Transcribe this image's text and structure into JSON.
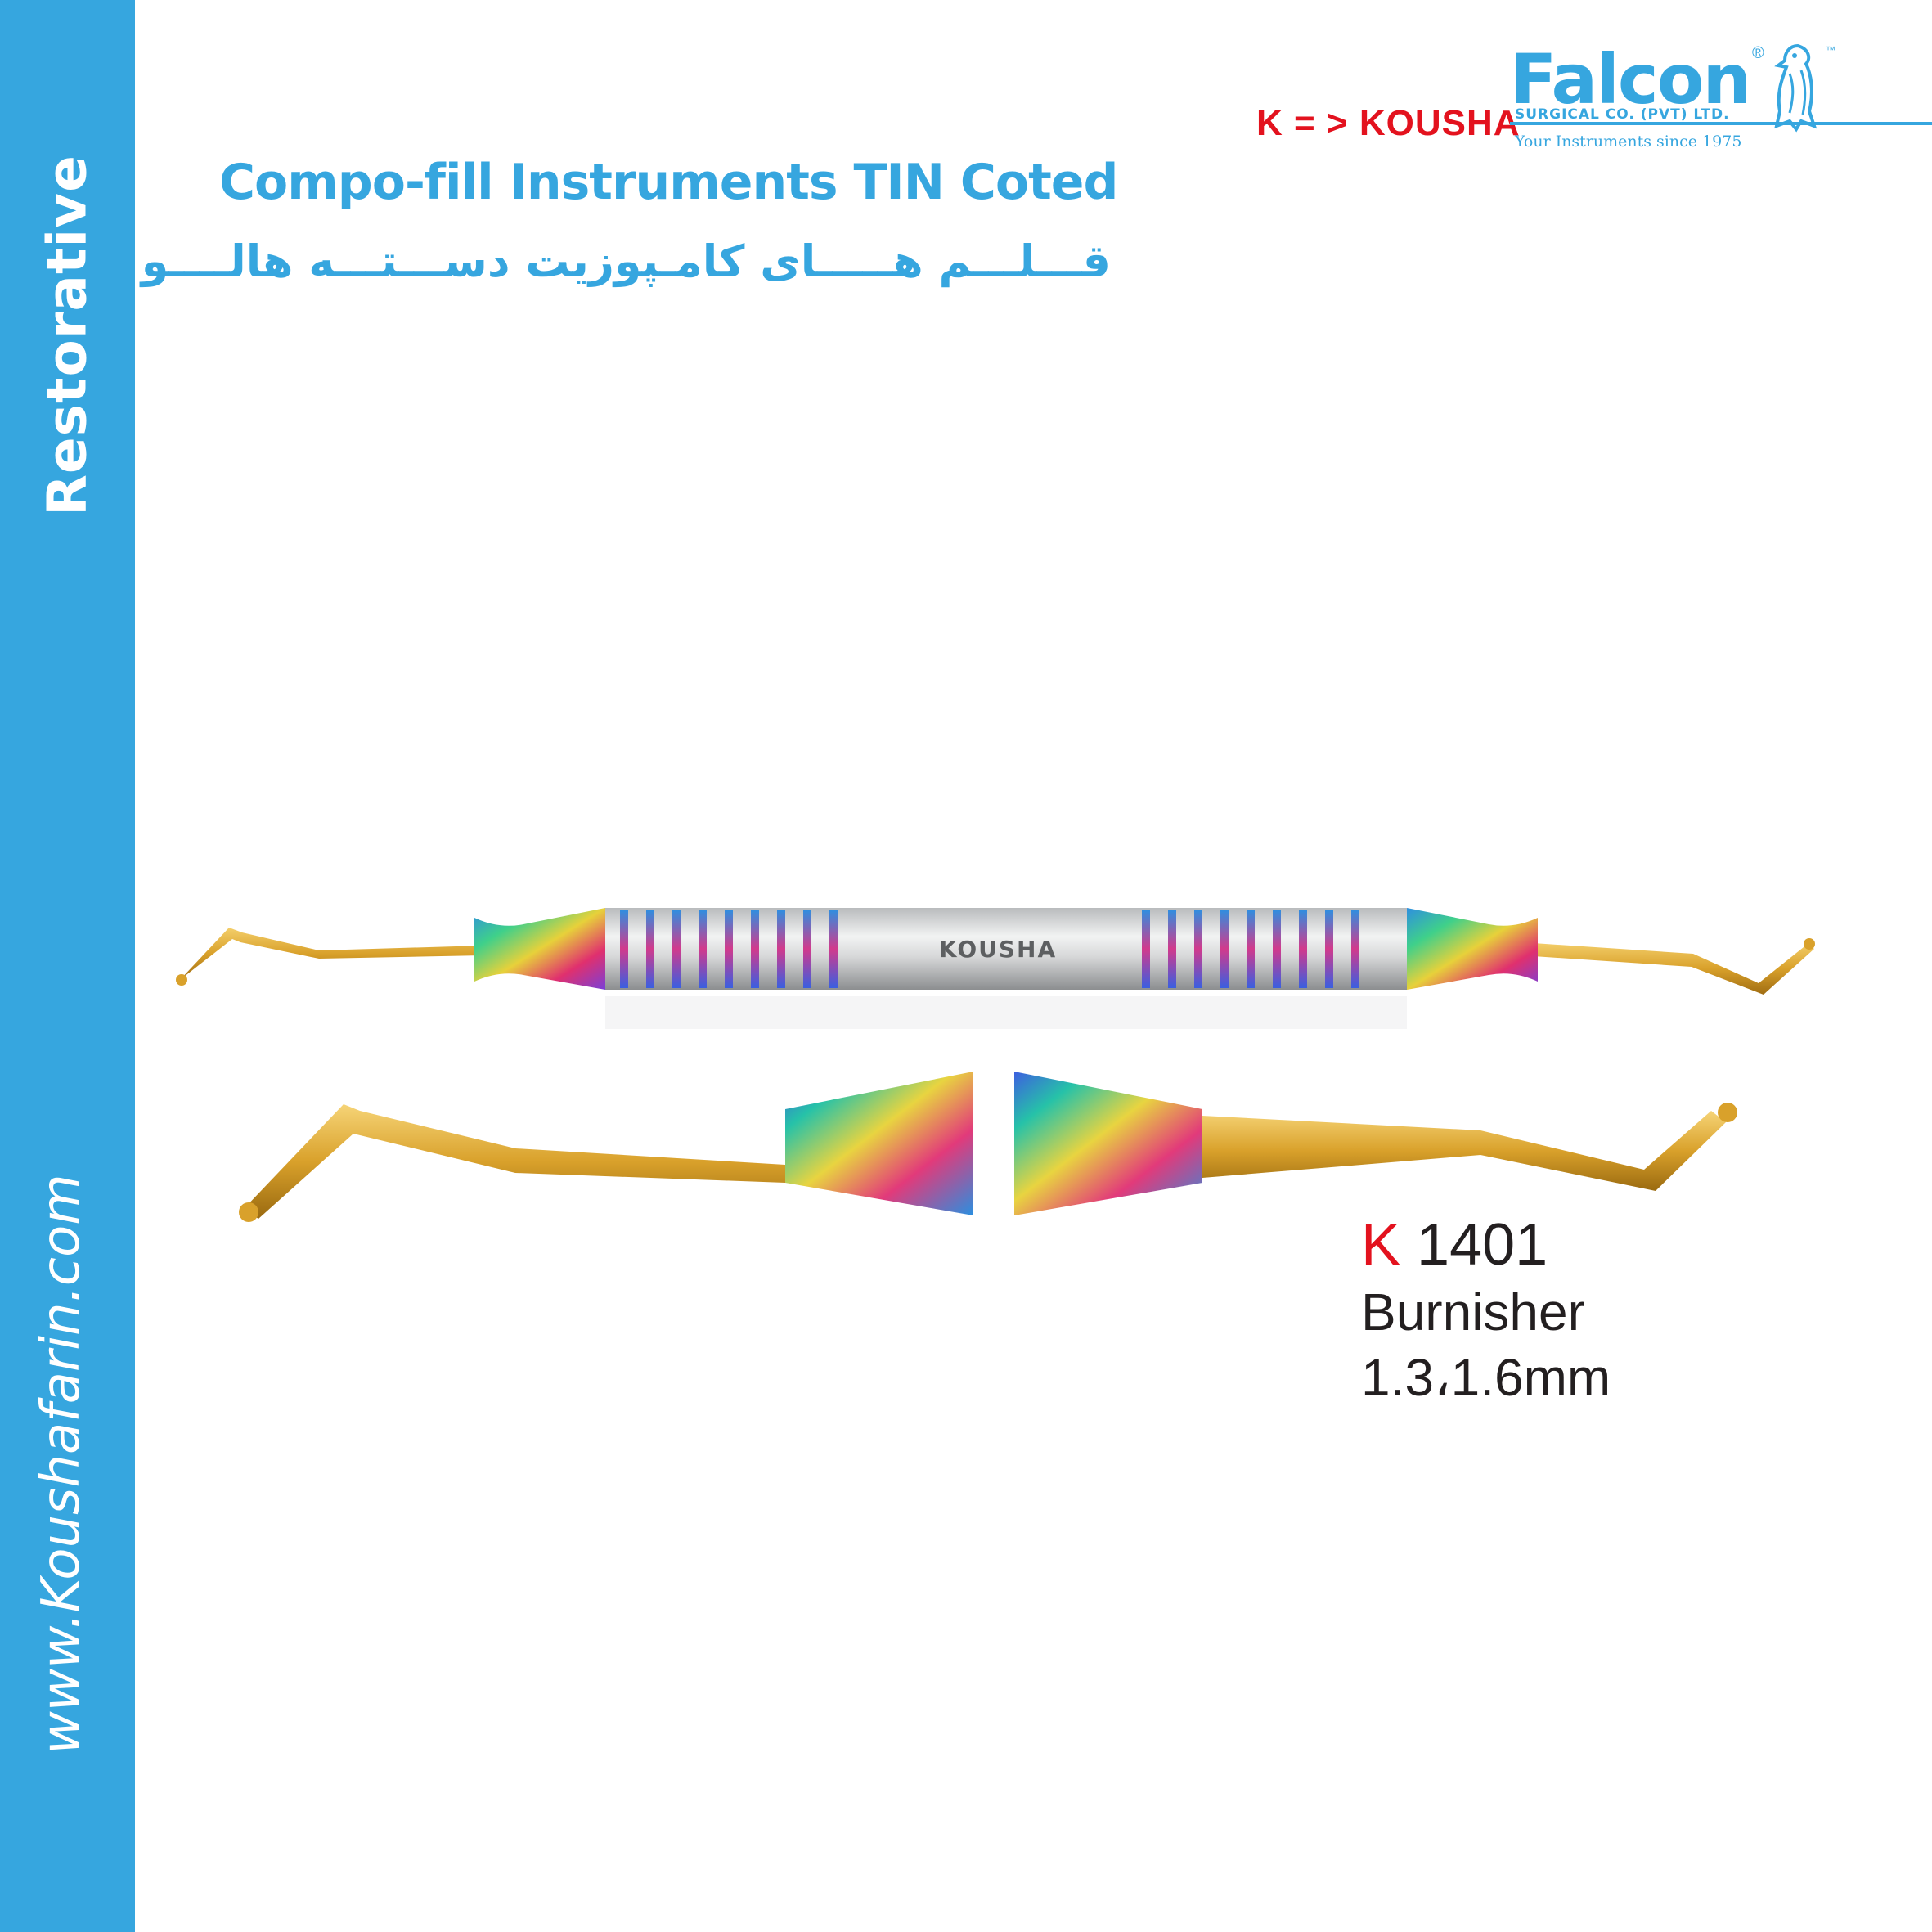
{
  "sidebar": {
    "category": "Restorative",
    "website": "www.Koushafarin.com"
  },
  "header": {
    "title_en": "Compo-fill Instruments TIN Coted",
    "title_fa": "قـــلـــم هـــــای کامـپوزیت دســـتـــه هالــــو",
    "kousha_mapping": "K = >  KOUSHA"
  },
  "brand": {
    "name": "Falcon",
    "registered": "®",
    "trademark": "™",
    "subtitle": "SURGICAL CO. (PVT) LTD.",
    "tagline": "Your Instruments since 1975",
    "logo_icon": "falcon-bird-icon"
  },
  "instrument": {
    "handle_engraving": "KOUSHA"
  },
  "product": {
    "code_prefix": "K",
    "code_number": " 1401",
    "name": "Burnisher",
    "size": "1.3،1.6mm"
  },
  "colors": {
    "brand_blue": "#36a6df",
    "accent_red": "#e3121e",
    "tip_gold": "#d9a12b",
    "text_dark": "#231f20"
  }
}
